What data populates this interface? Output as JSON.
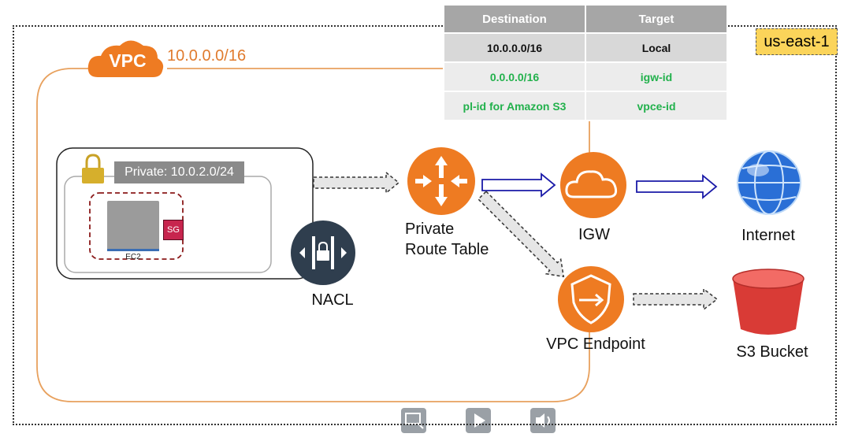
{
  "region": {
    "label": "us-east-1"
  },
  "vpc": {
    "icon_text": "VPC",
    "cidr": "10.0.0.0/16"
  },
  "subnet": {
    "label": "Private: 10.0.2.0/24"
  },
  "instance": {
    "sg_label": "SG",
    "ec2_label": "EC2"
  },
  "nodes": {
    "nacl": "NACL",
    "route_table_line1": "Private",
    "route_table_line2": "Route Table",
    "igw": "IGW",
    "vpc_endpoint": "VPC Endpoint",
    "internet": "Internet",
    "s3": "S3 Bucket"
  },
  "route_table": {
    "headers": [
      "Destination",
      "Target"
    ],
    "rows": [
      {
        "destination": "10.0.0.0/16",
        "target": "Local"
      },
      {
        "destination": "0.0.0.0/16",
        "target": "igw-id"
      },
      {
        "destination": "pl-id for Amazon S3",
        "target": "vpce-id"
      }
    ]
  },
  "colors": {
    "vpc_orange": "#e07b2e",
    "node_orange": "#ee7b22",
    "route_green": "#22b14c",
    "header_gray": "#a6a6a6",
    "region_yellow": "#fbd45a",
    "sg_red": "#c7254e",
    "arrow_blue": "#1a1aa8"
  },
  "controls": [
    {
      "name": "screen-icon"
    },
    {
      "name": "play-icon"
    },
    {
      "name": "volume-icon"
    }
  ]
}
